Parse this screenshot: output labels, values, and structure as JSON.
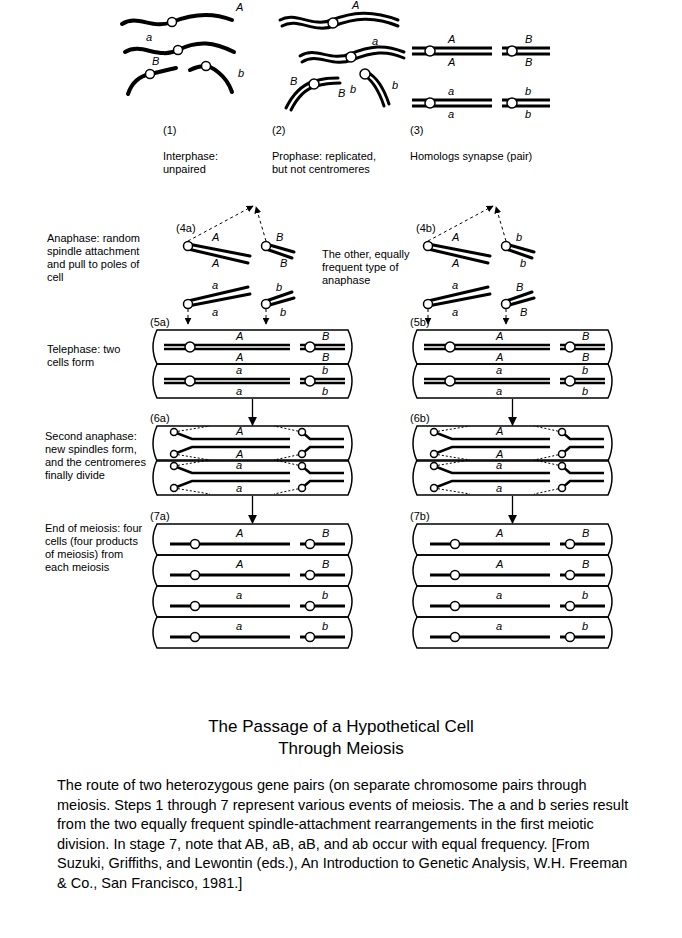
{
  "diagram": {
    "title": "The Passage of a Hypothetical Cell Through Meiosis",
    "caption": "The route of two heterozygous gene pairs (on separate chromosome pairs through meiosis. Steps 1 through 7 represent various events of meiosis. The a and b series result from the two equally frequent spindle-attachment rearrangements in the first meiotic division. In stage 7, note that AB, aB, aB, and ab occur with equal frequency. [From Suzuki, Griffiths, and Lewontin (eds.), An Introduction to Genetic Analysis, W.H. Freeman & Co., San Francisco, 1981.]",
    "nodes": [
      {
        "text": [
          "A",
          "A",
          "B",
          "B"
        ]
      },
      {
        "text": [
          "a",
          "a",
          "b",
          "b"
        ]
      },
      {
        "text": [
          "A",
          "A",
          "B",
          "B"
        ]
      },
      {
        "text": [
          "a",
          "a",
          "b",
          "b"
        ]
      },
      {
        "text": [
          "A",
          "A"
        ]
      },
      {
        "text": [
          "a",
          "a"
        ]
      },
      {
        "text": [
          "A",
          "A"
        ]
      },
      {
        "text": [
          "a",
          "a"
        ]
      },
      {
        "text": [
          "A",
          "B"
        ]
      },
      {
        "text": [
          "A",
          "B"
        ]
      },
      {
        "text": [
          "a",
          "b"
        ]
      },
      {
        "text": [
          "a",
          "b"
        ]
      },
      {
        "text": [
          "A",
          "B"
        ]
      },
      {
        "text": [
          "A",
          "B"
        ]
      },
      {
        "text": [
          "a",
          "b"
        ]
      },
      {
        "text": [
          "a",
          "b"
        ]
      }
    ],
    "edges": [
      {
        "from": 1,
        "to": 4,
        "arrow": "to"
      },
      {
        "from": 3,
        "to": 6,
        "arrow": "to"
      },
      {
        "from": 5,
        "to": 8,
        "arrow": "to"
      },
      {
        "from": 7,
        "to": 12,
        "arrow": "to"
      }
    ],
    "labels": [
      "A",
      "a",
      "B",
      "b",
      "A",
      "a",
      "B",
      "B",
      "b",
      "b",
      "A",
      "A",
      "B",
      "B",
      "a",
      "a",
      "b",
      "b",
      "(1)",
      "Interphase: unpaired",
      "(2)",
      "Prophase: replicated, but not centromeres",
      "(3)",
      "Homologs synapse (pair)",
      "Anaphase: random spindle attachment and pull to poles of cell",
      "(4a)",
      "A",
      "A",
      "B",
      "B",
      "a",
      "a",
      "b",
      "b",
      "The other, equally frequent type of anaphase",
      "(4b)",
      "A",
      "A",
      "b",
      "b",
      "a",
      "a",
      "B",
      "B",
      "Telephase: two cells form",
      "(5a)",
      "(5b)",
      "Second anaphase: new spindles form, and the centromeres finally divide",
      "(6a)",
      "(6b)",
      "End of meiosis: four cells (four products of meiosis) from each meiosis",
      "(7a)",
      "(7b)"
    ]
  }
}
